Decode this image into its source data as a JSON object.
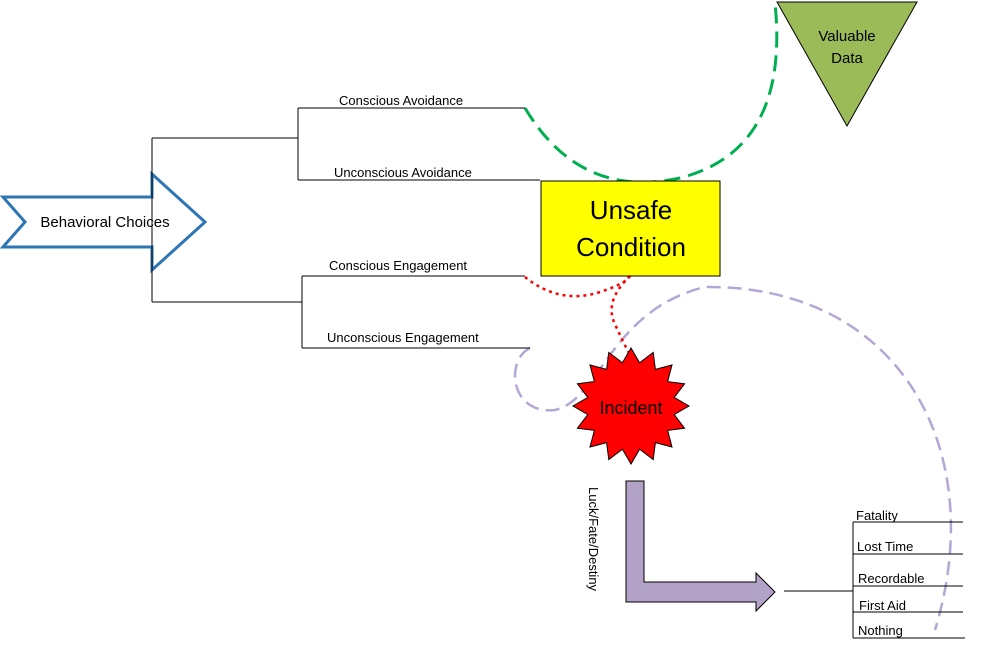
{
  "diagram": {
    "start": {
      "label": "Behavioral Choices"
    },
    "choices": [
      {
        "id": "conscious-avoidance",
        "label": "Conscious Avoidance"
      },
      {
        "id": "unconscious-avoidance",
        "label": "Unconscious Avoidance"
      },
      {
        "id": "conscious-engagement",
        "label": "Conscious Engagement"
      },
      {
        "id": "unconscious-engagement",
        "label": "Unconscious Engagement"
      }
    ],
    "unsafe_condition": {
      "line1": "Unsafe",
      "line2": "Condition"
    },
    "valuable_data": {
      "line1": "Valuable",
      "line2": "Data"
    },
    "incident": {
      "label": "Incident"
    },
    "luck_label": "Luck/Fate/Destiny",
    "outcomes": [
      "Fatality",
      "Lost Time",
      "Recordable",
      "First Aid",
      "Nothing"
    ],
    "colors": {
      "unsafe_fill": "#ffff00",
      "incident_fill": "#ff0000",
      "valuable_fill": "#9bbb59",
      "arrow_stroke": "#2e75b6",
      "purple_arrow": "#b3a2c7",
      "green_dash": "#00b050",
      "red_dot": "#ff0000",
      "purple_dash": "#b4a7d6"
    }
  }
}
